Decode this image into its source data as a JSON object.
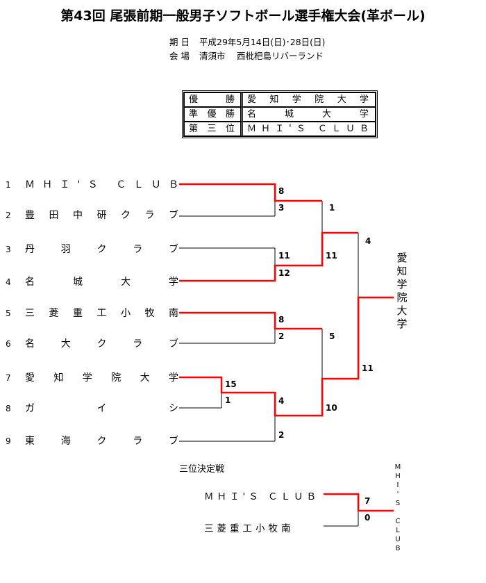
{
  "title": "第43回 尾張前期一般男子ソフトボール選手権大会(革ボール)",
  "dates_label": "期 日",
  "dates_value": "平成29年5月14日(日)･28日(日)",
  "venue_label": "会 場",
  "venue_value": "清須市　 西枇杷島リバーランド",
  "results": [
    {
      "position": "優勝",
      "team": "愛知学院大学"
    },
    {
      "position": "準優勝",
      "team": "名城大学"
    },
    {
      "position": "第三位",
      "team": "ＭＨＩ'Ｓ ＣＬＵＢ"
    }
  ],
  "teams": [
    {
      "num": "1",
      "name": "ＭＨＩ'Ｓ ＣＬＵＢ"
    },
    {
      "num": "2",
      "name": "豊田中研クラブ"
    },
    {
      "num": "3",
      "name": "丹羽クラブ"
    },
    {
      "num": "4",
      "name": "名城大学"
    },
    {
      "num": "5",
      "name": "三菱重工小牧南"
    },
    {
      "num": "6",
      "name": "名大クラブ"
    },
    {
      "num": "7",
      "name": "愛知学院大学"
    },
    {
      "num": "8",
      "name": "ガイシ"
    },
    {
      "num": "9",
      "name": "東海クラブ"
    }
  ],
  "scores": {
    "r1_m1_top": "8",
    "r1_m1_bottom": "3",
    "r1_m2_top": "11",
    "r1_m2_bottom": "12",
    "r1_m3_top": "8",
    "r1_m3_bottom": "2",
    "r0_m4_top": "15",
    "r0_m4_bottom": "1",
    "r1_m4_top": "4",
    "r1_m4_bottom": "2",
    "sf1_top": "1",
    "sf1_bottom": "11",
    "sf2_top": "5",
    "sf2_bottom": "10",
    "final_top": "4",
    "final_bottom": "11"
  },
  "winner": "愛知学院大学",
  "third_place": {
    "label": "三位決定戦",
    "team_top": "ＭＨＩ'Ｓ ＣＬＵＢ",
    "team_bottom": "三菱重工小牧南",
    "score_top": "7",
    "score_bottom": "0",
    "winner": "MHI'S CLUB"
  },
  "colors": {
    "win_line": "#ff0000",
    "lose_line": "#000000"
  }
}
